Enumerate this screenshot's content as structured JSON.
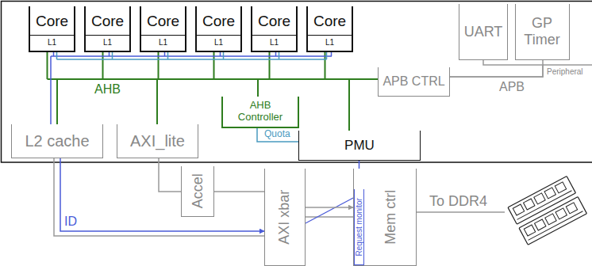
{
  "diagram": {
    "nodes": [
      {
        "text": [
          "Core"
        ]
      },
      {
        "text": [
          "L1"
        ],
        "in": 0
      },
      {
        "text": [
          "Core"
        ]
      },
      {
        "text": [
          "L1"
        ],
        "in": 2
      },
      {
        "text": [
          "Core"
        ]
      },
      {
        "text": [
          "L1"
        ],
        "in": 4
      },
      {
        "text": [
          "Core"
        ]
      },
      {
        "text": [
          "L1"
        ],
        "in": 6
      },
      {
        "text": [
          "Core"
        ]
      },
      {
        "text": [
          "L1"
        ],
        "in": 8
      },
      {
        "text": [
          "Core"
        ]
      },
      {
        "text": [
          "L1"
        ],
        "in": 10
      },
      {
        "text": [
          "UART"
        ]
      },
      {
        "text": [
          "GP Timer"
        ]
      },
      {
        "text": [
          "APB CTRL"
        ]
      },
      {
        "text": [
          "AHB Controller"
        ]
      },
      {
        "text": [
          "L2 cache"
        ]
      },
      {
        "text": [
          "AXI_lite"
        ]
      },
      {
        "text": [
          "PMU"
        ]
      },
      {
        "text": [
          "Accel"
        ]
      },
      {
        "text": [
          "AXI xbar"
        ]
      },
      {
        "text": [
          "Mem ctrl"
        ]
      },
      {
        "text": [
          "Request monitor"
        ],
        "in": 21
      }
    ],
    "edges": [
      {
        "from": 15,
        "to": 18,
        "label": "Quota",
        "arrow": "none"
      },
      {
        "from": 16,
        "to": 20,
        "label": "ID",
        "arrow": "to"
      },
      {
        "from": 17,
        "to": 19,
        "arrow": "none"
      },
      {
        "from": 19,
        "to": 20,
        "arrow": "none"
      },
      {
        "from": 20,
        "to": 21,
        "arrow": "to"
      },
      {
        "from": 18,
        "to": 22,
        "arrow": "none"
      },
      {
        "from": 14,
        "to": 12,
        "arrow": "none"
      },
      {
        "from": 14,
        "to": 13,
        "arrow": "none"
      }
    ],
    "labels": [
      "AHB",
      "APB",
      "Peripheral",
      "To DDR4"
    ]
  }
}
